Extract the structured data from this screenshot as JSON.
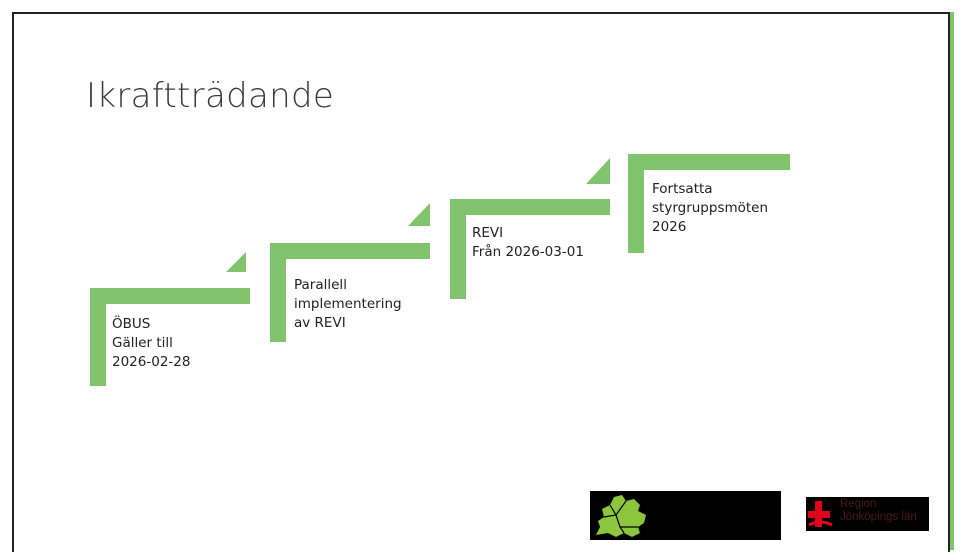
{
  "slide": {
    "title": "Ikraftträdande"
  },
  "steps": [
    {
      "line1": "ÖBUS",
      "line2": "Gäller till",
      "line3": "2026-02-28"
    },
    {
      "line1": "Parallell",
      "line2": "implementering",
      "line3": "av REVI"
    },
    {
      "line1": "REVI",
      "line2": "Från 2026-03-01",
      "line3": ""
    },
    {
      "line1": "Fortsatta",
      "line2": "styrgruppsmöten",
      "line3": "2026"
    }
  ],
  "logos": {
    "left": {
      "name": "map-logo",
      "color": "#8cc63f"
    },
    "right": {
      "name": "region-logo",
      "text_line1": "Region",
      "text_line2": "Jönköpings län",
      "accent": "#e2001a"
    }
  },
  "colors": {
    "step_green": "#82c36e",
    "title_text": "#3a3a3a"
  }
}
